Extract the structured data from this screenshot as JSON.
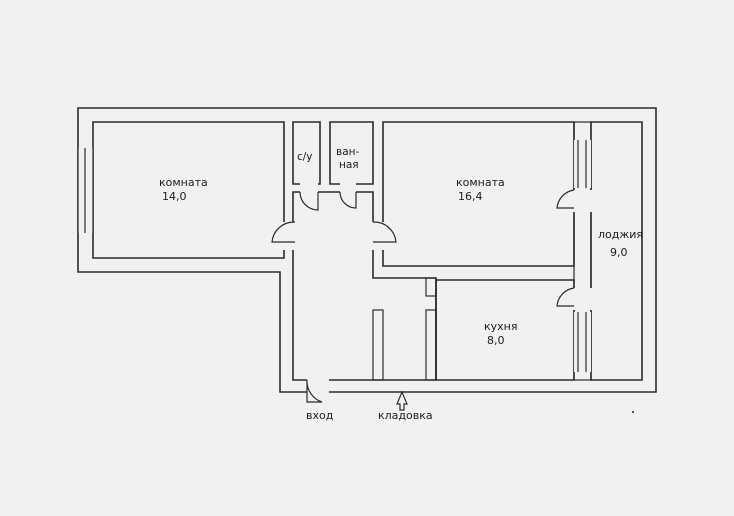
{
  "plan": {
    "rooms": [
      {
        "id": "room1",
        "name": "комната",
        "area": "14,0"
      },
      {
        "id": "room2",
        "name": "комната",
        "area": "16,4"
      },
      {
        "id": "wc",
        "name": "с/у"
      },
      {
        "id": "bath",
        "name_line1": "ван-",
        "name_line2": "ная"
      },
      {
        "id": "loggia",
        "name": "лоджия",
        "area": "9,0"
      },
      {
        "id": "kitchen",
        "name": "кухня",
        "area": "8,0"
      }
    ],
    "entrance": "вход",
    "storage": "кладовка"
  }
}
